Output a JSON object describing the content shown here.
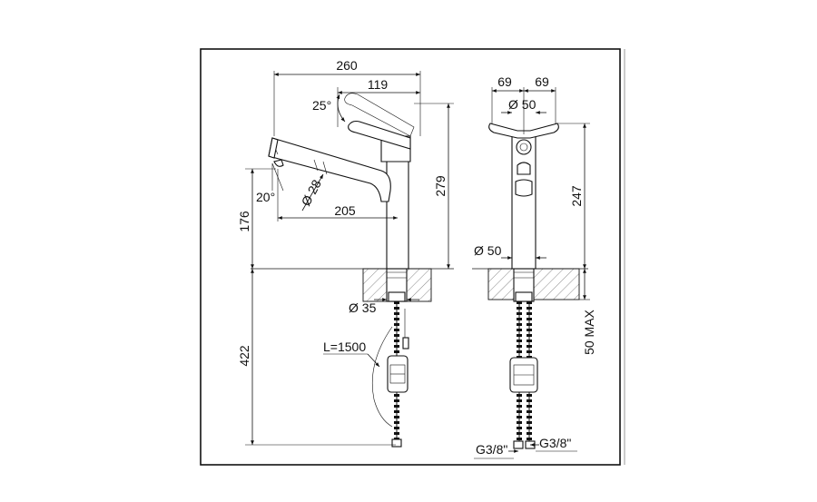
{
  "side_view": {
    "width_total": "260",
    "lever_offset": "119",
    "lever_angle": "25°",
    "height_total": "279",
    "spout_diameter": "Ø 28",
    "spout_angle": "20°",
    "spout_reach": "205",
    "spout_height": "176",
    "base_diameter": "Ø 35",
    "hose_length": "L=1500",
    "below_deck": "422"
  },
  "front_view": {
    "left_half": "69",
    "right_half": "69",
    "top_diameter": "Ø 50",
    "height": "247",
    "body_diameter": "Ø 50",
    "deck_thickness": "50 MAX",
    "connection_left": "G3/8\"",
    "connection_right": "G3/8\""
  }
}
